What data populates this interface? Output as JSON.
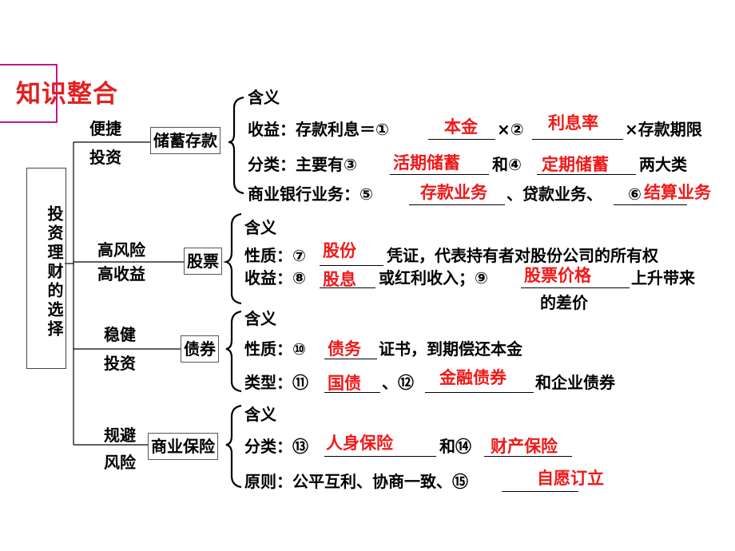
{
  "header": {
    "title": "知识整合"
  },
  "root": {
    "label": "投资理财的选择"
  },
  "branches": {
    "savings": {
      "tag_line1": "便捷",
      "tag_line2": "投资",
      "node": "储蓄存款",
      "rows": {
        "r1": "含义",
        "r2_a": "收益：存款利息＝①",
        "r2_b": "×②",
        "r2_c": "×存款期限",
        "r3_a": "分类：主要有③",
        "r3_b": "和④",
        "r3_c": "两大类",
        "r4_a": "商业银行业务：⑤",
        "r4_b": "、贷款业务、",
        "r4_c": "⑥"
      },
      "answers": {
        "a1": "本金",
        "a2": "利息率",
        "a3": "活期储蓄",
        "a4": "定期储蓄",
        "a5": "存款业务",
        "a6": "结算业务"
      }
    },
    "stocks": {
      "tag_line1": "高风险",
      "tag_line2": "高收益",
      "node": "股票",
      "rows": {
        "r1": "含义",
        "r2_a": "性质：⑦",
        "r2_b": "凭证，代表持有者对股份公司的所有权",
        "r3_a": "收益：⑧",
        "r3_b": "或红利收入；⑨",
        "r3_c": "上升带来",
        "r4": "的差价"
      },
      "answers": {
        "a7": "股份",
        "a8": "股息",
        "a9": "股票价格"
      }
    },
    "bonds": {
      "tag_line1": "稳健",
      "tag_line2": "投资",
      "node": "债券",
      "rows": {
        "r1": "含义",
        "r2_a": "性质：⑩",
        "r2_b": "证书，到期偿还本金",
        "r3_a": "类型：⑪",
        "r3_b": "、⑫",
        "r3_c": "和企业债券"
      },
      "answers": {
        "a10": "债务",
        "a11": "国债",
        "a12": "金融债券"
      }
    },
    "insurance": {
      "tag_line1": "规避",
      "tag_line2": "风险",
      "node": "商业保险",
      "rows": {
        "r1": "含义",
        "r2_a": "分类：⑬",
        "r2_b": "和⑭",
        "r3_a": "原则：公平互利、协商一致、⑮"
      },
      "answers": {
        "a13": "人身保险",
        "a14": "财产保险",
        "a15": "自愿订立"
      }
    }
  },
  "colors": {
    "title_border": "#c0168f",
    "title_text": "#e02020",
    "answer": "#f01818"
  }
}
